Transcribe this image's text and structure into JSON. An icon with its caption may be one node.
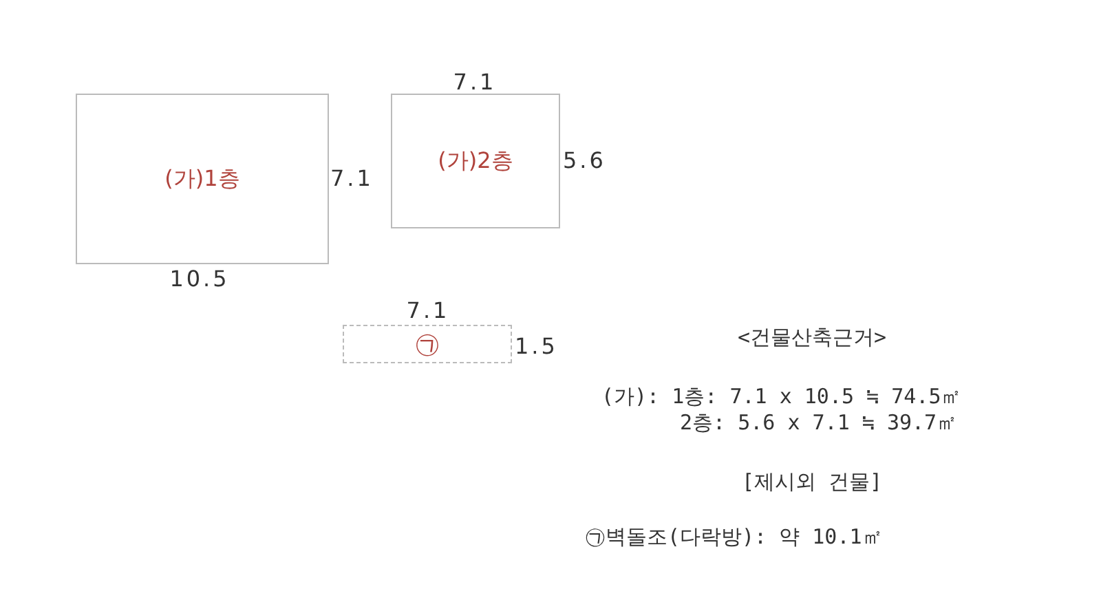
{
  "diagram": {
    "nodes": [
      {
        "text": [
          "(가)1층"
        ]
      },
      {
        "text": [
          "(가)2층"
        ]
      },
      {
        "text": [
          "㉠"
        ]
      }
    ],
    "labels": [
      "7.1",
      "5.6",
      "7.1",
      "10.5",
      "7.1",
      "1.5",
      "<건물산축근거>",
      "(가): 1층: 7.1 x 10.5 ≒ 74.5㎡",
      "2층: 5.6 x 7.1 ≒ 39.7㎡",
      "[제시외 건물]",
      "㉠벽돌조(다락방): 약 10.1㎡"
    ]
  }
}
